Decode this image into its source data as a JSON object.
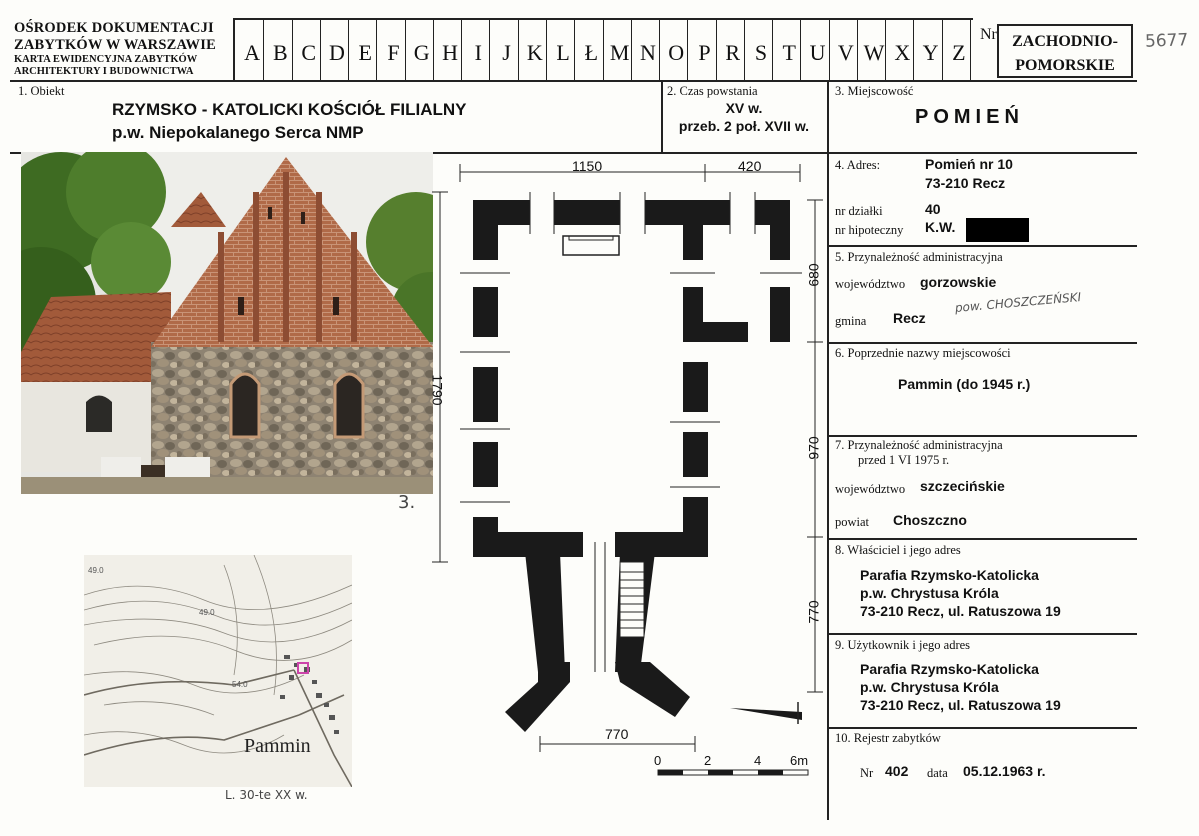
{
  "header": {
    "org_name_line1": "OŚRODEK DOKUMENTACJI",
    "org_name_line2": "ZABYTKÓW W WARSZAWIE",
    "org_sub_line1": "KARTA EWIDENCYJNA ZABYTKÓW",
    "org_sub_line2": "ARCHITEKTURY I BUDOWNICTWA",
    "alphabet": [
      "A",
      "B",
      "C",
      "D",
      "E",
      "F",
      "G",
      "H",
      "I",
      "J",
      "K",
      "L",
      "Ł",
      "M",
      "N",
      "O",
      "P",
      "R",
      "S",
      "T",
      "U",
      "V",
      "W",
      "X",
      "Y",
      "Z"
    ],
    "nr_label": "Nr",
    "region_line1": "ZACHODNIO-",
    "region_line2": "POMORSKIE",
    "ref_number": "5677"
  },
  "section1": {
    "label": "1.   Obiekt",
    "title_line1": "RZYMSKO - KATOLICKI  KOŚCIÓŁ  FILIALNY",
    "title_line2": "p.w. Niepokalanego Serca NMP"
  },
  "section2": {
    "label": "2.   Czas powstania",
    "value_line1": "XV w.",
    "value_line2": "przeb. 2 poł. XVII w."
  },
  "section3": {
    "label": "3.   Miejscowość",
    "value": "POMIEŃ"
  },
  "section4": {
    "label": "4.  Adres:",
    "address_line1": "Pomień nr 10",
    "address_line2": "73-210 Recz",
    "plot_label": "nr działki",
    "plot_value": "40",
    "mortgage_label": "nr hipoteczny",
    "mortgage_value": "K.W."
  },
  "section5": {
    "label": "5.   Przynależność administracyjna",
    "voivodeship_label": "województwo",
    "voivodeship_value": "gorzowskie",
    "gmina_label": "gmina",
    "gmina_value": "Recz",
    "handwritten": "pow. CHOSZCZEŃSKI"
  },
  "section6": {
    "label": "6.   Poprzednie nazwy miejscowości",
    "value": "Pammin  (do 1945 r.)"
  },
  "section7": {
    "label_line1": "7.   Przynależność administracyjna",
    "label_line2": "przed 1 VI 1975 r.",
    "voivodeship_label": "województwo",
    "voivodeship_value": "szczecińskie",
    "powiat_label": "powiat",
    "powiat_value": "Choszczno"
  },
  "section8": {
    "label": "8.   Właściciel i jego adres",
    "line1": "Parafia Rzymsko-Katolicka",
    "line2": "p.w. Chrystusa Króla",
    "line3": "73-210 Recz, ul. Ratuszowa 19"
  },
  "section9": {
    "label": "9.   Użytkownik i jego adres",
    "line1": "Parafia Rzymsko-Katolicka",
    "line2": "p.w. Chrystusa Króla",
    "line3": "73-210 Recz, ul. Ratuszowa 19"
  },
  "section10": {
    "label": "10.  Rejestr zabytków",
    "nr_label": "Nr",
    "nr_value": "402",
    "date_label": "data",
    "date_value": "05.12.1963 r."
  },
  "plan": {
    "dim_top_left": "1150",
    "dim_top_right": "420",
    "dim_left": "1790",
    "dim_right_1": "680",
    "dim_right_2": "970",
    "dim_right_3": "770",
    "dim_bottom": "770",
    "scale_labels": [
      "0",
      "2",
      "4",
      "6m"
    ]
  },
  "annotations": {
    "photo_caption": "3.",
    "map_caption": "L. 30-te XX w.",
    "map_place": "Pammin"
  },
  "colors": {
    "wall_fill": "#1a1a1a",
    "line": "#222222",
    "paper": "#fdfdfa"
  }
}
